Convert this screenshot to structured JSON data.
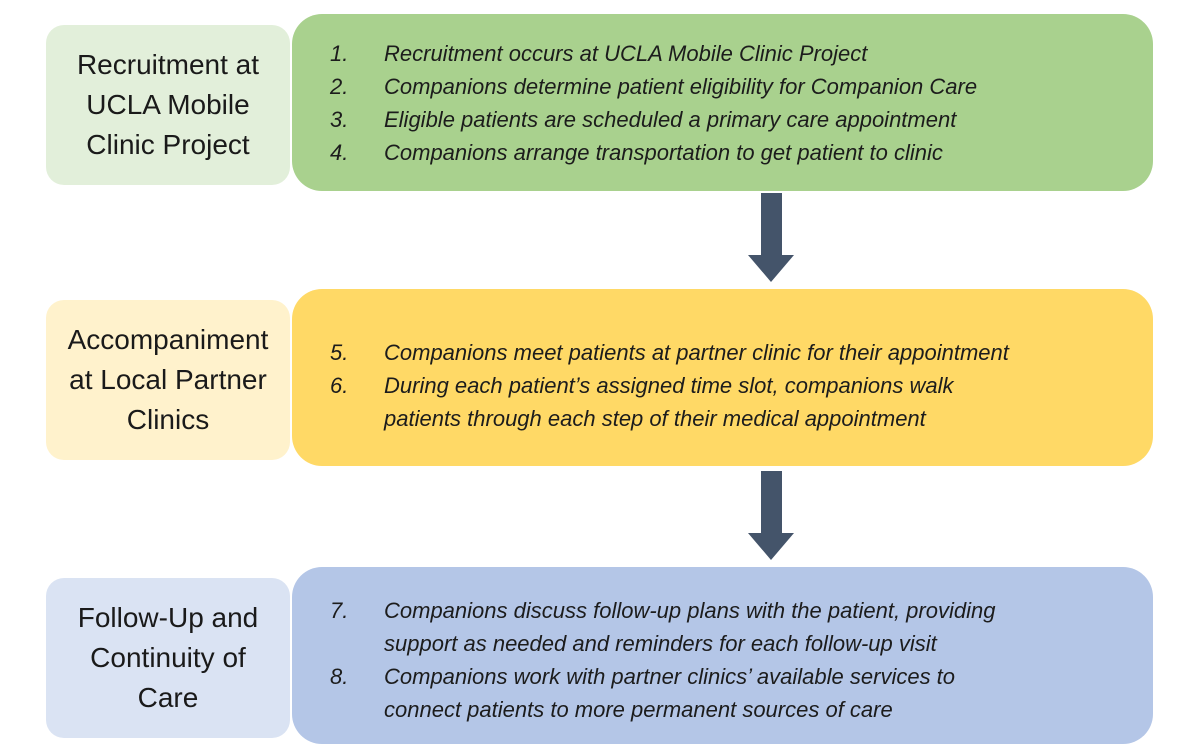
{
  "colors": {
    "green_light": "#e2efda",
    "green": "#a9d18e",
    "yellow_light": "#fff2cc",
    "yellow": "#ffd966",
    "blue_light": "#dae3f3",
    "blue": "#b4c6e7",
    "arrow": "#44546a",
    "text": "#1a1a1a"
  },
  "stages": [
    {
      "label": "Recruitment at\nUCLA Mobile\nClinic Project",
      "items": [
        {
          "num": "1.",
          "text": "Recruitment occurs at UCLA Mobile Clinic Project"
        },
        {
          "num": "2.",
          "text": "Companions determine patient eligibility for Companion Care"
        },
        {
          "num": "3.",
          "text": "Eligible patients are scheduled a primary care appointment"
        },
        {
          "num": "4.",
          "text": "Companions arrange transportation to get patient to clinic"
        }
      ]
    },
    {
      "label": "Accompaniment\nat Local Partner\nClinics",
      "items": [
        {
          "num": "5.",
          "text": "Companions meet patients at partner clinic for their appointment"
        },
        {
          "num": "6.",
          "text": "During each patient’s assigned time slot, companions walk\npatients through each step of their medical appointment"
        }
      ]
    },
    {
      "label": "Follow-Up and\nContinuity of\nCare",
      "items": [
        {
          "num": "7.",
          "text": "Companions discuss follow-up plans with the patient, providing\nsupport as needed and reminders for each follow-up visit"
        },
        {
          "num": "8.",
          "text": "Companions work with partner clinics’ available services to\nconnect patients to more permanent sources of care"
        }
      ]
    }
  ]
}
